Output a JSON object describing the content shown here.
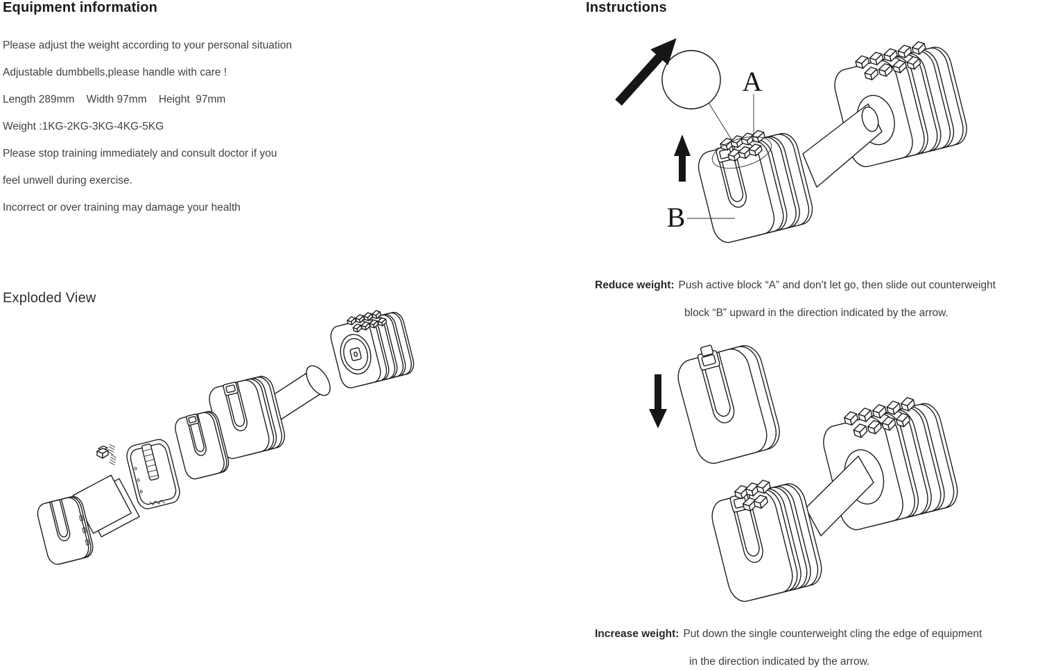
{
  "equipment": {
    "title": "Equipment information",
    "lines": [
      "Please adjust the weight according to your personal situation",
      "Adjustable dumbbells,please handle with care !",
      "Length 289mm    Width 97mm    Height  97mm",
      "Weight :1KG-2KG-3KG-4KG-5KG",
      "Please stop training immediately and consult doctor if you",
      "feel unwell during exercise.",
      "Incorrect or over training may damage your health"
    ]
  },
  "exploded": {
    "title": "Exploded View"
  },
  "instructions": {
    "title": "Instructions",
    "diagram_labels": {
      "a": "A",
      "b": "B"
    },
    "reduce": {
      "label": "Reduce weight:",
      "line1": "Push active block “A” and don’t let go, then slide out counterweight",
      "line2": "block “B” upward in the direction indicated by the arrow."
    },
    "increase": {
      "label": "Increase weight:",
      "line1": "Put down the single counterweight cling the edge of equipment",
      "line2": "in the direction indicated by the arrow."
    }
  },
  "colors": {
    "background": "#ffffff",
    "line_art": "#1d1d1d",
    "body_text": "#414141",
    "heading_text": "#1a1a1a",
    "arrow_fill": "#161616"
  }
}
